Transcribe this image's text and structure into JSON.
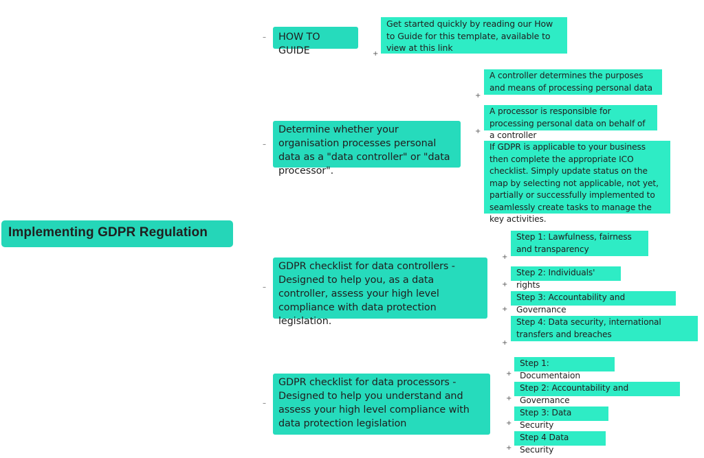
{
  "root": {
    "title": "Implementing GDPR Regulation"
  },
  "branches": [
    {
      "label": "HOW TO GUIDE",
      "children": [
        "Get started quickly by reading our How to Guide for this template, available to view at this link"
      ]
    },
    {
      "label": "Determine whether your organisation processes personal data as a \"data controller\" or \"data processor\".",
      "children": [
        "A controller determines the purposes and means of processing personal data",
        "A processor is responsible for processing personal data on behalf of a controller",
        "If GDPR is applicable to your business then complete the appropriate ICO checklist. Simply update status on the map by selecting not applicable, not yet, partially or successfully implemented to seamlessly create tasks to manage the key activities."
      ]
    },
    {
      "label": "GDPR checklist for data controllers - Designed to help you, as a data controller, assess your high level compliance with data protection legislation.",
      "children": [
        "Step 1: Lawfulness, fairness and transparency",
        "Step 2: Individuals' rights",
        "Step 3: Accountability and Governance",
        "Step 4: Data security, international transfers and breaches"
      ]
    },
    {
      "label": "GDPR checklist for data processors - Designed to help you understand and assess your high level compliance with data protection legislation",
      "children": [
        "Step 1: Documentaion",
        "Step 2: Accountability and Governance",
        "Step 3: Data Security",
        "Step 4 Data Security"
      ]
    }
  ],
  "icons": {
    "collapse": "minus-icon",
    "expand": "plus-icon"
  },
  "colors": {
    "node": "#25d6b8",
    "leaf": "#2eecc5",
    "background": "#ffffff"
  },
  "signs": {
    "collapse": "–",
    "expand": "+"
  }
}
